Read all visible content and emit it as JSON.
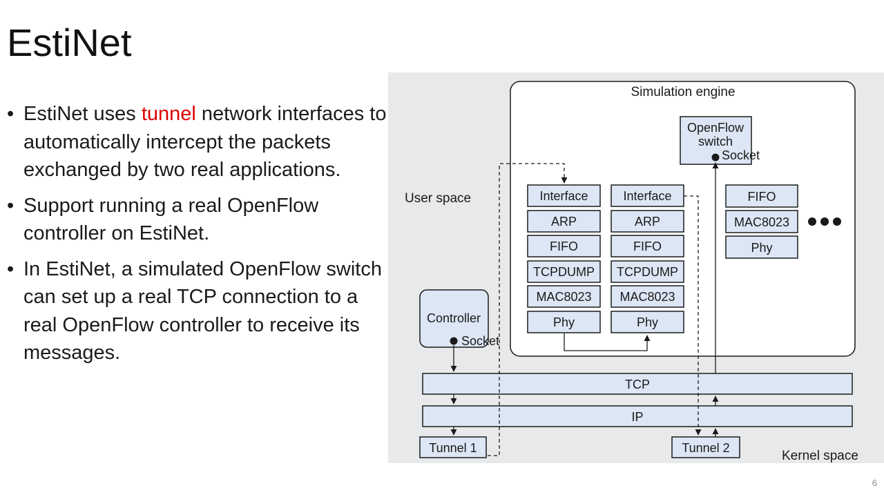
{
  "slide": {
    "title": "EstiNet",
    "page_number": "6"
  },
  "bullets": [
    {
      "before": "EstiNet uses ",
      "highlight": "tunnel",
      "after": " network interfaces to automatically intercept the packets exchanged by two real applications."
    },
    {
      "text": "Support running a real OpenFlow controller on EstiNet."
    },
    {
      "text": "In EstiNet, a simulated OpenFlow switch can set up a real TCP connection to a real OpenFlow controller to receive its messages."
    }
  ],
  "colors": {
    "highlight": "#e00000",
    "box_fill": "#dce6f4",
    "panel_bg": "#e8e9ea"
  },
  "diagram": {
    "sim_engine_label": "Simulation engine",
    "user_space_label": "User space",
    "kernel_space_label": "Kernel space",
    "switch_label_line1": "OpenFlow",
    "switch_label_line2": "switch",
    "socket_label": "Socket",
    "controller_label": "Controller",
    "stack_left": [
      "Interface",
      "ARP",
      "FIFO",
      "TCPDUMP",
      "MAC8023",
      "Phy"
    ],
    "stack_right": [
      "Interface",
      "ARP",
      "FIFO",
      "TCPDUMP",
      "MAC8023",
      "Phy"
    ],
    "stack_third": [
      "FIFO",
      "MAC8023",
      "Phy"
    ],
    "tcp_label": "TCP",
    "ip_label": "IP",
    "tunnel1_label": "Tunnel 1",
    "tunnel2_label": "Tunnel 2"
  }
}
